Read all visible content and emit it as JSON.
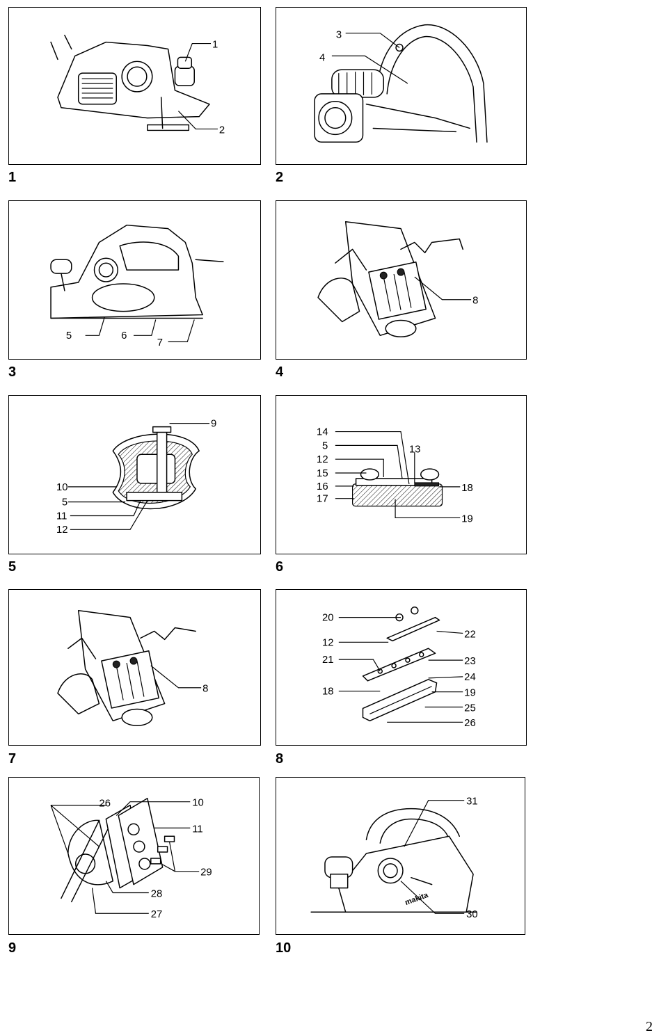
{
  "page_number": "2",
  "figures": [
    {
      "number": "1",
      "callouts": [
        "1",
        "2"
      ]
    },
    {
      "number": "2",
      "callouts": [
        "3",
        "4"
      ]
    },
    {
      "number": "3",
      "callouts": [
        "5",
        "6",
        "7"
      ]
    },
    {
      "number": "4",
      "callouts": [
        "8"
      ]
    },
    {
      "number": "5",
      "callouts": [
        "9",
        "10",
        "5",
        "11",
        "12"
      ]
    },
    {
      "number": "6",
      "callouts": [
        "14",
        "5",
        "12",
        "15",
        "16",
        "17",
        "13",
        "18",
        "19"
      ]
    },
    {
      "number": "7",
      "callouts": [
        "8"
      ]
    },
    {
      "number": "8",
      "callouts": [
        "20",
        "12",
        "21",
        "18",
        "22",
        "23",
        "24",
        "19",
        "25",
        "26"
      ]
    },
    {
      "number": "9",
      "callouts": [
        "26",
        "10",
        "11",
        "29",
        "28",
        "27"
      ]
    },
    {
      "number": "10",
      "callouts": [
        "31",
        "30"
      ]
    }
  ]
}
